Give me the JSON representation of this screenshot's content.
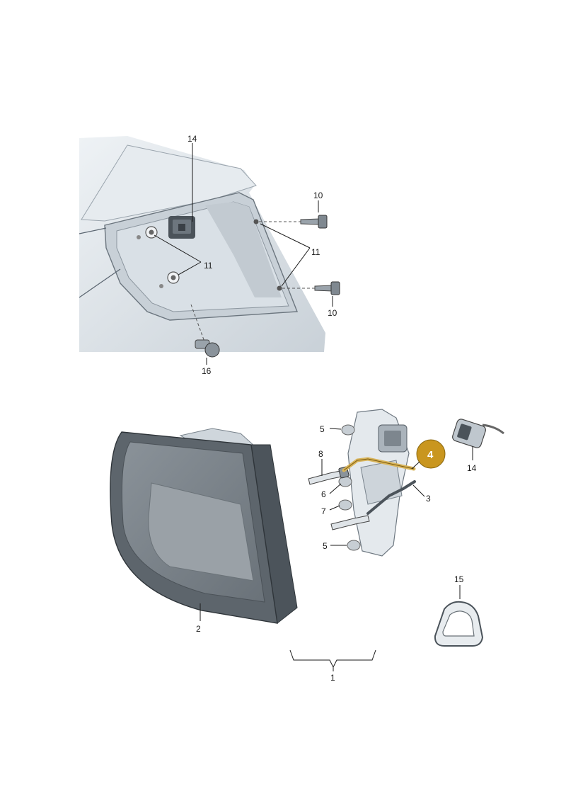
{
  "callouts": {
    "top_14": "14",
    "top_10_upper": "10",
    "top_11_right": "11",
    "top_11_left": "11",
    "top_10_lower": "10",
    "top_16": "16",
    "lower_5_top": "5",
    "lower_8": "8",
    "lower_4": "4",
    "lower_14": "14",
    "lower_6": "6",
    "lower_3": "3",
    "lower_7": "7",
    "lower_5_bottom": "5",
    "lower_2": "2",
    "lower_15": "15",
    "lower_1": "1"
  },
  "colors": {
    "body_fill": "#dde3e8",
    "body_shadow": "#b9c2ca",
    "lens_dark": "#5d656c",
    "lens_inner": "#7b838a",
    "highlight_badge": "#c9961f",
    "highlight_part": "#d8b45a"
  }
}
